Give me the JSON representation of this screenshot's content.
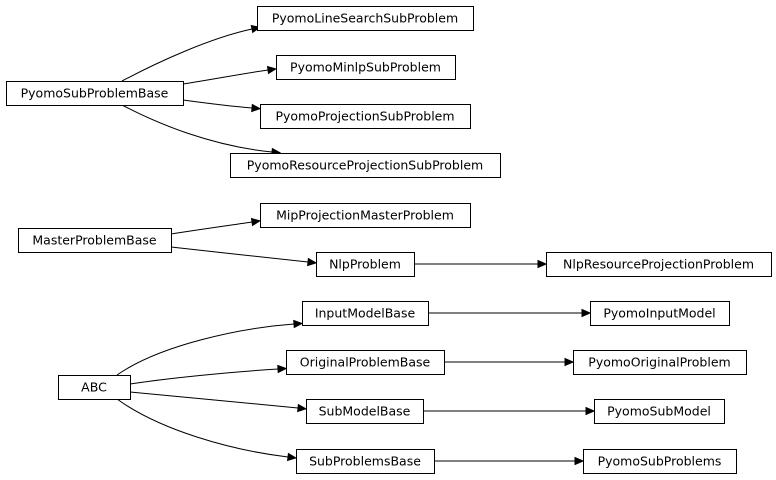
{
  "diagram": {
    "type": "class-inheritance",
    "nodes": [
      {
        "id": "PyomoSubProblemBase",
        "label": "PyomoSubProblemBase"
      },
      {
        "id": "PyomoLineSearchSubProblem",
        "label": "PyomoLineSearchSubProblem"
      },
      {
        "id": "PyomoMinlpSubProblem",
        "label": "PyomoMinlpSubProblem"
      },
      {
        "id": "PyomoProjectionSubProblem",
        "label": "PyomoProjectionSubProblem"
      },
      {
        "id": "PyomoResourceProjectionSubProblem",
        "label": "PyomoResourceProjectionSubProblem"
      },
      {
        "id": "MasterProblemBase",
        "label": "MasterProblemBase"
      },
      {
        "id": "MipProjectionMasterProblem",
        "label": "MipProjectionMasterProblem"
      },
      {
        "id": "NlpProblem",
        "label": "NlpProblem"
      },
      {
        "id": "NlpResourceProjectionProblem",
        "label": "NlpResourceProjectionProblem"
      },
      {
        "id": "ABC",
        "label": "ABC"
      },
      {
        "id": "InputModelBase",
        "label": "InputModelBase"
      },
      {
        "id": "PyomoInputModel",
        "label": "PyomoInputModel"
      },
      {
        "id": "OriginalProblemBase",
        "label": "OriginalProblemBase"
      },
      {
        "id": "PyomoOriginalProblem",
        "label": "PyomoOriginalProblem"
      },
      {
        "id": "SubModelBase",
        "label": "SubModelBase"
      },
      {
        "id": "PyomoSubModel",
        "label": "PyomoSubModel"
      },
      {
        "id": "SubProblemsBase",
        "label": "SubProblemsBase"
      },
      {
        "id": "PyomoSubProblems",
        "label": "PyomoSubProblems"
      }
    ],
    "edges": [
      {
        "from": "PyomoSubProblemBase",
        "to": "PyomoLineSearchSubProblem"
      },
      {
        "from": "PyomoSubProblemBase",
        "to": "PyomoMinlpSubProblem"
      },
      {
        "from": "PyomoSubProblemBase",
        "to": "PyomoProjectionSubProblem"
      },
      {
        "from": "PyomoSubProblemBase",
        "to": "PyomoResourceProjectionSubProblem"
      },
      {
        "from": "MasterProblemBase",
        "to": "MipProjectionMasterProblem"
      },
      {
        "from": "MasterProblemBase",
        "to": "NlpProblem"
      },
      {
        "from": "NlpProblem",
        "to": "NlpResourceProjectionProblem"
      },
      {
        "from": "ABC",
        "to": "InputModelBase"
      },
      {
        "from": "ABC",
        "to": "OriginalProblemBase"
      },
      {
        "from": "ABC",
        "to": "SubModelBase"
      },
      {
        "from": "ABC",
        "to": "SubProblemsBase"
      },
      {
        "from": "InputModelBase",
        "to": "PyomoInputModel"
      },
      {
        "from": "OriginalProblemBase",
        "to": "PyomoOriginalProblem"
      },
      {
        "from": "SubModelBase",
        "to": "PyomoSubModel"
      },
      {
        "from": "SubProblemsBase",
        "to": "PyomoSubProblems"
      }
    ]
  }
}
